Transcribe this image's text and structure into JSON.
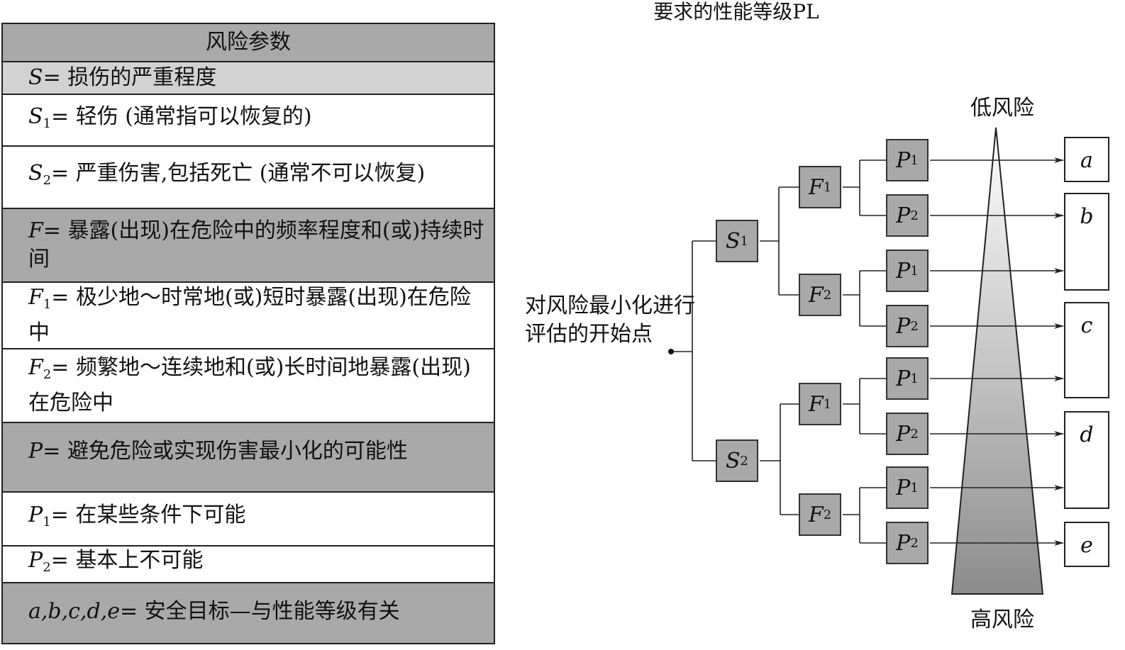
{
  "title": "要求的性能等级PL",
  "table": {
    "header": "风险参数",
    "s_def": "= 损伤的严重程度",
    "s1_def": "= 轻伤 (通常指可以恢复的)",
    "s2_def": "= 严重伤害,包括死亡 (通常不可以恢复)",
    "f_def": "= 暴露(出现)在危险中的频率程度和(或)持续时间",
    "f1_def": "= 极少地～时常地(或)短时暴露(出现)在危险中",
    "f2_def": "= 频繁地～连续地和(或)长时间地暴露(出现)在危险中",
    "p_def": "= 避免危险或实现伤害最小化的可能性",
    "p1_def": "= 在某些条件下可能",
    "p2_def": "= 基本上不可能",
    "abcde": "a,b,c,d,e",
    "abcde_def": "= 安全目标—与性能等级有关"
  },
  "symbols": {
    "S": "S",
    "F": "F",
    "P": "P",
    "sub1": "1",
    "sub2": "2"
  },
  "diagram": {
    "start": "对风险最小化进行评估的开始点",
    "low_risk": "低风险",
    "high_risk": "高风险",
    "levels": [
      "a",
      "b",
      "c",
      "d",
      "e"
    ]
  }
}
